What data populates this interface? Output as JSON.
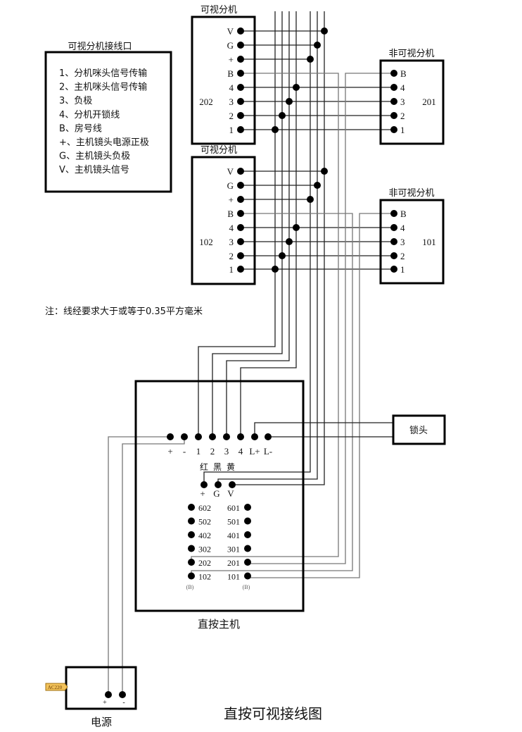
{
  "title": "直按可视接线图",
  "note": "注：线经要求大于或等于0.35平方毫米",
  "legend": {
    "title": "可视分机接线口",
    "items": [
      "1、分机咪头信号传输",
      "2、主机咪头信号传输",
      "3、负极",
      "4、分机开锁线",
      "B、房号线",
      "+、主机镜头电源正极",
      "G、主机镜头负极",
      "V、主机镜头信号"
    ]
  },
  "visual_units": [
    {
      "label": "可视分机",
      "room": "202",
      "terminals": [
        "V",
        "G",
        "+",
        "B",
        "4",
        "3",
        "2",
        "1"
      ]
    },
    {
      "label": "可视分机",
      "room": "102",
      "terminals": [
        "V",
        "G",
        "+",
        "B",
        "4",
        "3",
        "2",
        "1"
      ]
    }
  ],
  "nonvisual_units": [
    {
      "label": "非可视分机",
      "room": "201",
      "terminals": [
        "B",
        "4",
        "3",
        "2",
        "1"
      ]
    },
    {
      "label": "非可视分机",
      "room": "101",
      "terminals": [
        "B",
        "4",
        "3",
        "2",
        "1"
      ]
    }
  ],
  "host": {
    "label": "直按主机",
    "top_terminals": [
      "+",
      "-",
      "1",
      "2",
      "3",
      "4",
      "L+",
      "L-"
    ],
    "color_labels": [
      "红",
      "黑",
      "黄"
    ],
    "camera_terminals": [
      "+",
      "G",
      "V"
    ],
    "room_left": [
      "602",
      "502",
      "402",
      "302",
      "202",
      "102"
    ],
    "room_right": [
      "601",
      "501",
      "401",
      "301",
      "201",
      "101"
    ],
    "b_note": "(B)"
  },
  "lock": {
    "label": "锁头"
  },
  "power": {
    "label": "电源",
    "input_tag": "AC220",
    "terminals": [
      "+",
      "-"
    ]
  }
}
